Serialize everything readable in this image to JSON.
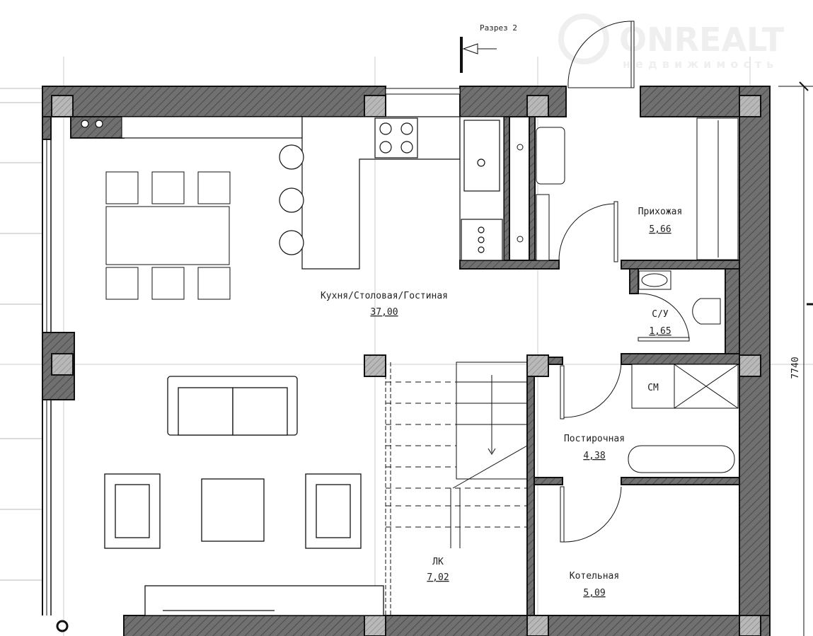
{
  "section_marker": {
    "label": "Разрез 2"
  },
  "watermark": {
    "brand": "ONREALT",
    "tagline": "недвижимость"
  },
  "dimension": {
    "value": "7740"
  },
  "rooms": [
    {
      "name": "Кухня/Столовая/Гостиная",
      "area": "37,00"
    },
    {
      "name": "Прихожая",
      "area": "5,66"
    },
    {
      "name": "С/У",
      "area": "1,65"
    },
    {
      "name": "Постирочная",
      "area": "4,38"
    },
    {
      "name": "ЛК",
      "area": "7,02"
    },
    {
      "name": "Котельная",
      "area": "5,09"
    }
  ],
  "appliances": {
    "washer": "СМ"
  },
  "colors": {
    "wall": "#6e6e6e",
    "line": "#111111",
    "column": "#b5b5b5"
  }
}
